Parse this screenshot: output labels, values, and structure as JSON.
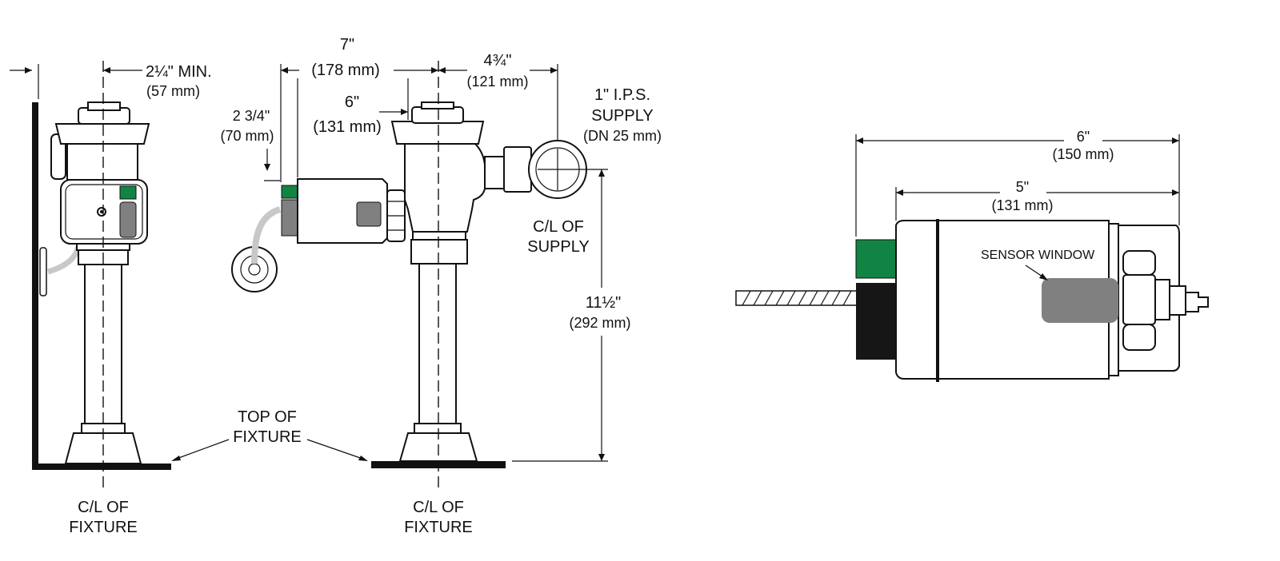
{
  "colors": {
    "accent_green": "#118443",
    "sensor_grey": "#808080",
    "dark_body": "#161616",
    "hose_grey": "#c8c8c8"
  },
  "left_view": {
    "min_dim": "2¼\" MIN.",
    "min_dim_mm": "(57 mm)",
    "top_label_1": "TOP OF",
    "top_label_2": "FIXTURE",
    "cl_line1": "C/L OF",
    "cl_line2": "FIXTURE"
  },
  "side_view": {
    "dim_7": "7\"",
    "dim_7_mm": "(178 mm)",
    "dim_6": "6\"",
    "dim_6_mm": "(131 mm)",
    "dim_234": "2 3/4\"",
    "dim_234_mm": "(70 mm)",
    "dim_434": "4¾\"",
    "dim_434_mm": "(121 mm)",
    "supply_1": "1\" I.P.S.",
    "supply_2": "SUPPLY",
    "supply_3": "(DN 25 mm)",
    "cl_supply_1": "C/L OF",
    "cl_supply_2": "SUPPLY",
    "dim_1112": "11½\"",
    "dim_1112_mm": "(292 mm)",
    "cl_line1": "C/L OF",
    "cl_line2": "FIXTURE"
  },
  "top_view": {
    "dim_6": "6\"",
    "dim_6_mm": "(150 mm)",
    "dim_5": "5\"",
    "dim_5_mm": "(131 mm)",
    "sensor_window": "SENSOR WINDOW"
  }
}
